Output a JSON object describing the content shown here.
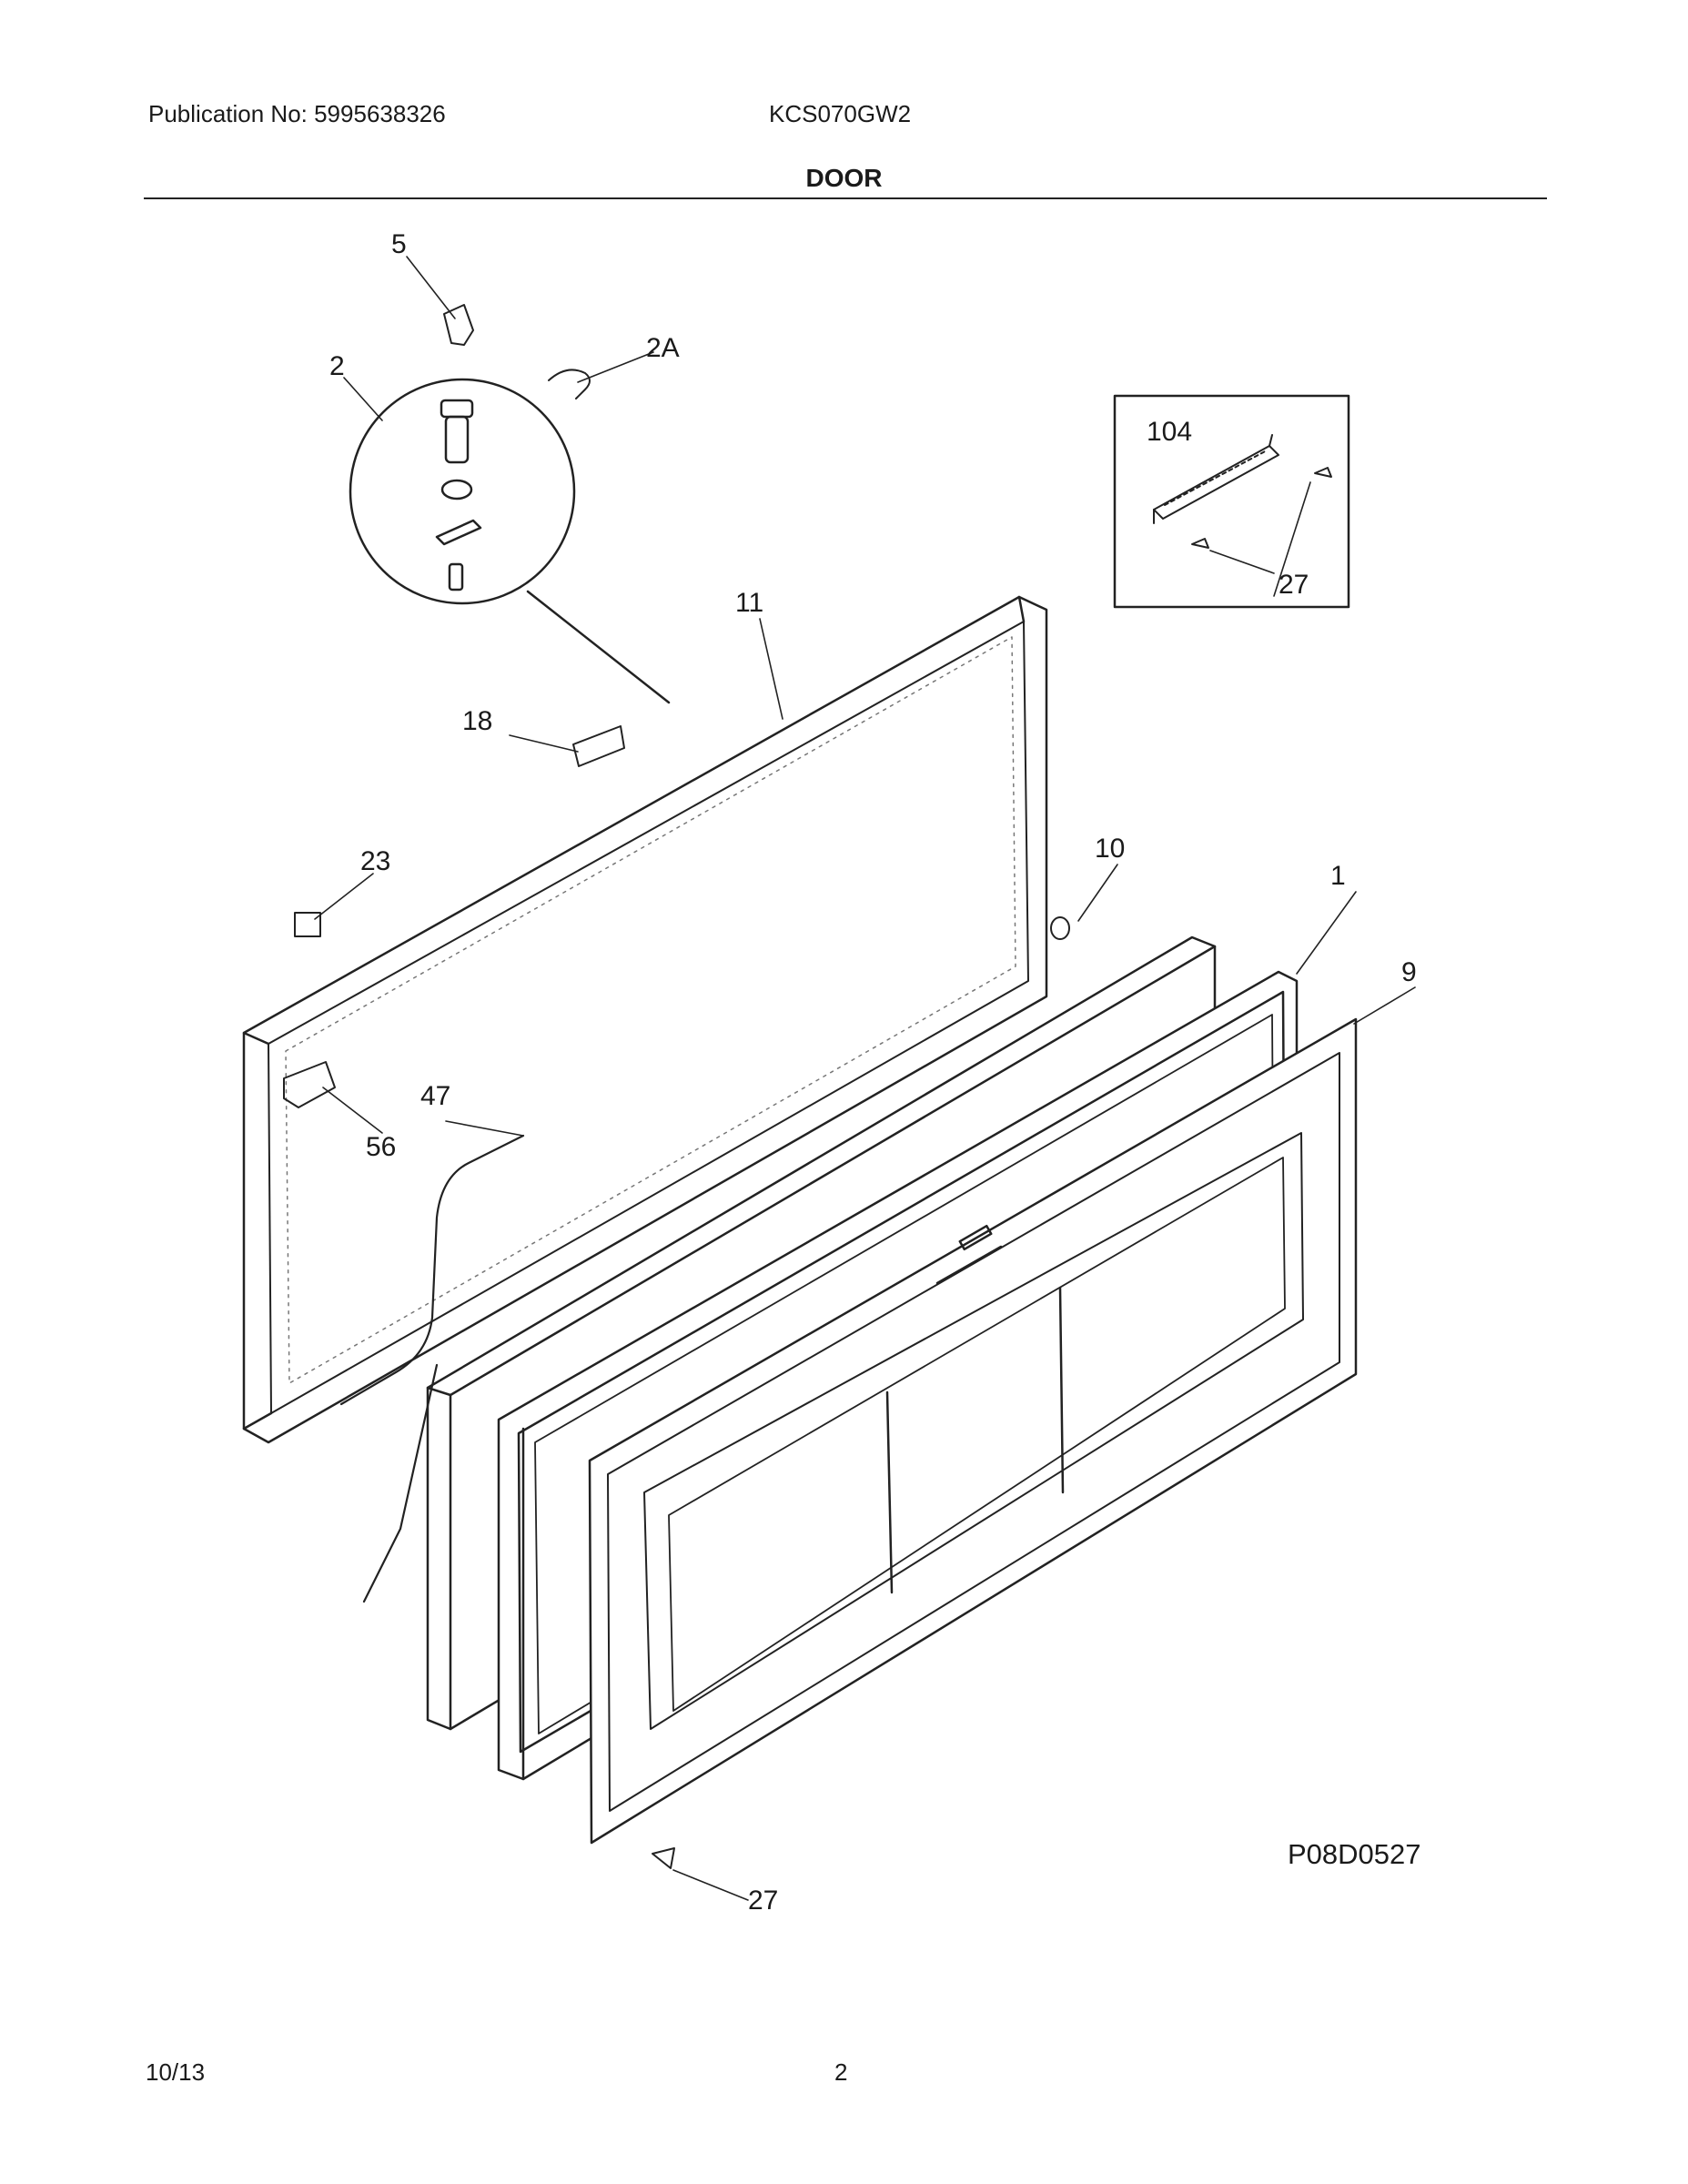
{
  "header": {
    "publication": "Publication No: 5995638326",
    "model": "KCS070GW2",
    "section_title": "DOOR"
  },
  "diagram": {
    "reference_code": "P08D0527",
    "callouts": {
      "c5": "5",
      "c2": "2",
      "c2a": "2A",
      "c104": "104",
      "c27_inset": "27",
      "c11": "11",
      "c18": "18",
      "c10": "10",
      "c1": "1",
      "c9": "9",
      "c23": "23",
      "c47": "47",
      "c56": "56",
      "c27_bottom": "27"
    }
  },
  "footer": {
    "date": "10/13",
    "page": "2"
  }
}
